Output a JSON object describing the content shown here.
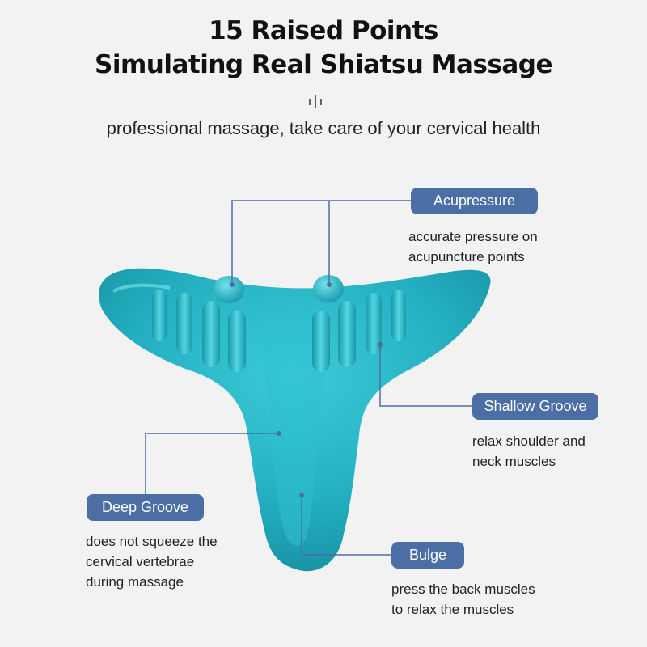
{
  "heading": {
    "line1": "15 Raised Points",
    "line2": "Simulating Real Shiatsu Massage",
    "subtitle": "professional massage, take care of your cervical health"
  },
  "callouts": {
    "acupressure": {
      "label": "Acupressure",
      "desc_line1": "accurate pressure on",
      "desc_line2": "acupuncture points"
    },
    "shallow_groove": {
      "label": "Shallow Groove",
      "desc_line1": "relax shoulder and",
      "desc_line2": "neck muscles"
    },
    "deep_groove": {
      "label": "Deep Groove",
      "desc_line1": "does not squeeze the",
      "desc_line2": "cervical vertebrae",
      "desc_line3": "during massage"
    },
    "bulge": {
      "label": "Bulge",
      "desc_line1": "press the back muscles",
      "desc_line2": "to relax the muscles"
    }
  },
  "colors": {
    "label_bg": "#4b6ea5",
    "product_main": "#2ab5c4",
    "product_dark": "#168f9f",
    "leader_line": "#4b6ea5"
  }
}
